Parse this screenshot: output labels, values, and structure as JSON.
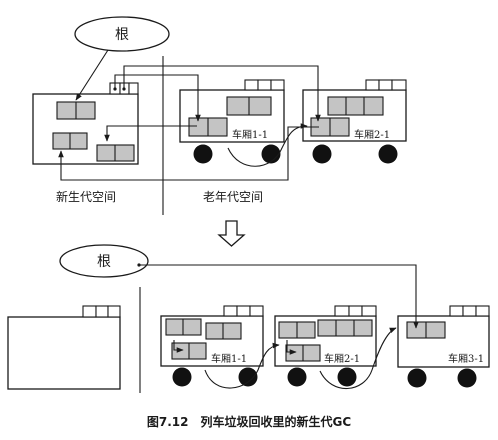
{
  "figure": {
    "caption": "图7.12　列车垃圾回收里的新生代GC",
    "colors": {
      "line": "#1a1a1a",
      "object_fill": "#c4c4c4",
      "wheel": "#111111",
      "background": "#ffffff"
    }
  },
  "top": {
    "root_label": "根",
    "young_area_label": "新生代空间",
    "old_area_label": "老年代空间",
    "cars": [
      {
        "label": "车厢1-1"
      },
      {
        "label": "车厢2-1"
      }
    ]
  },
  "bottom": {
    "root_label": "根",
    "cars": [
      {
        "label": "车厢1-1"
      },
      {
        "label": "车厢2-1"
      },
      {
        "label": "车厢3-1"
      }
    ]
  },
  "transition": {
    "icon": "down-arrow-icon"
  }
}
